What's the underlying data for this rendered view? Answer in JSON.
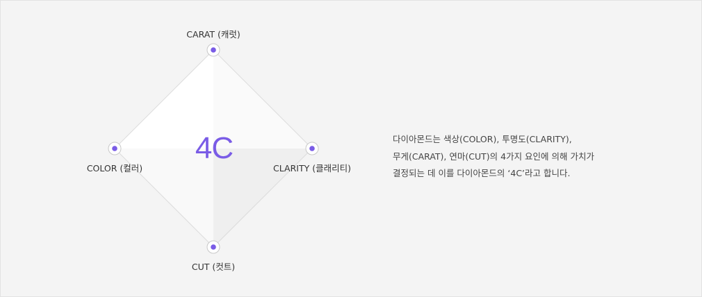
{
  "diagram": {
    "center_label": "4C",
    "nodes": {
      "carat": "CARAT (캐럿)",
      "color": "COLOR (컬러)",
      "clarity": "CLARITY (클래리티)",
      "cut": "CUT (컷트)"
    },
    "accent_color": "#7a5ce6"
  },
  "description": {
    "lines": [
      "다이아몬드는 색상(COLOR), 투명도(CLARITY),",
      "무게(CARAT), 연마(CUT)의 4가지 요인에 의해 가치가",
      "결정되는 데 이를 다이아몬드의 ‘4C’라고 합니다."
    ]
  }
}
